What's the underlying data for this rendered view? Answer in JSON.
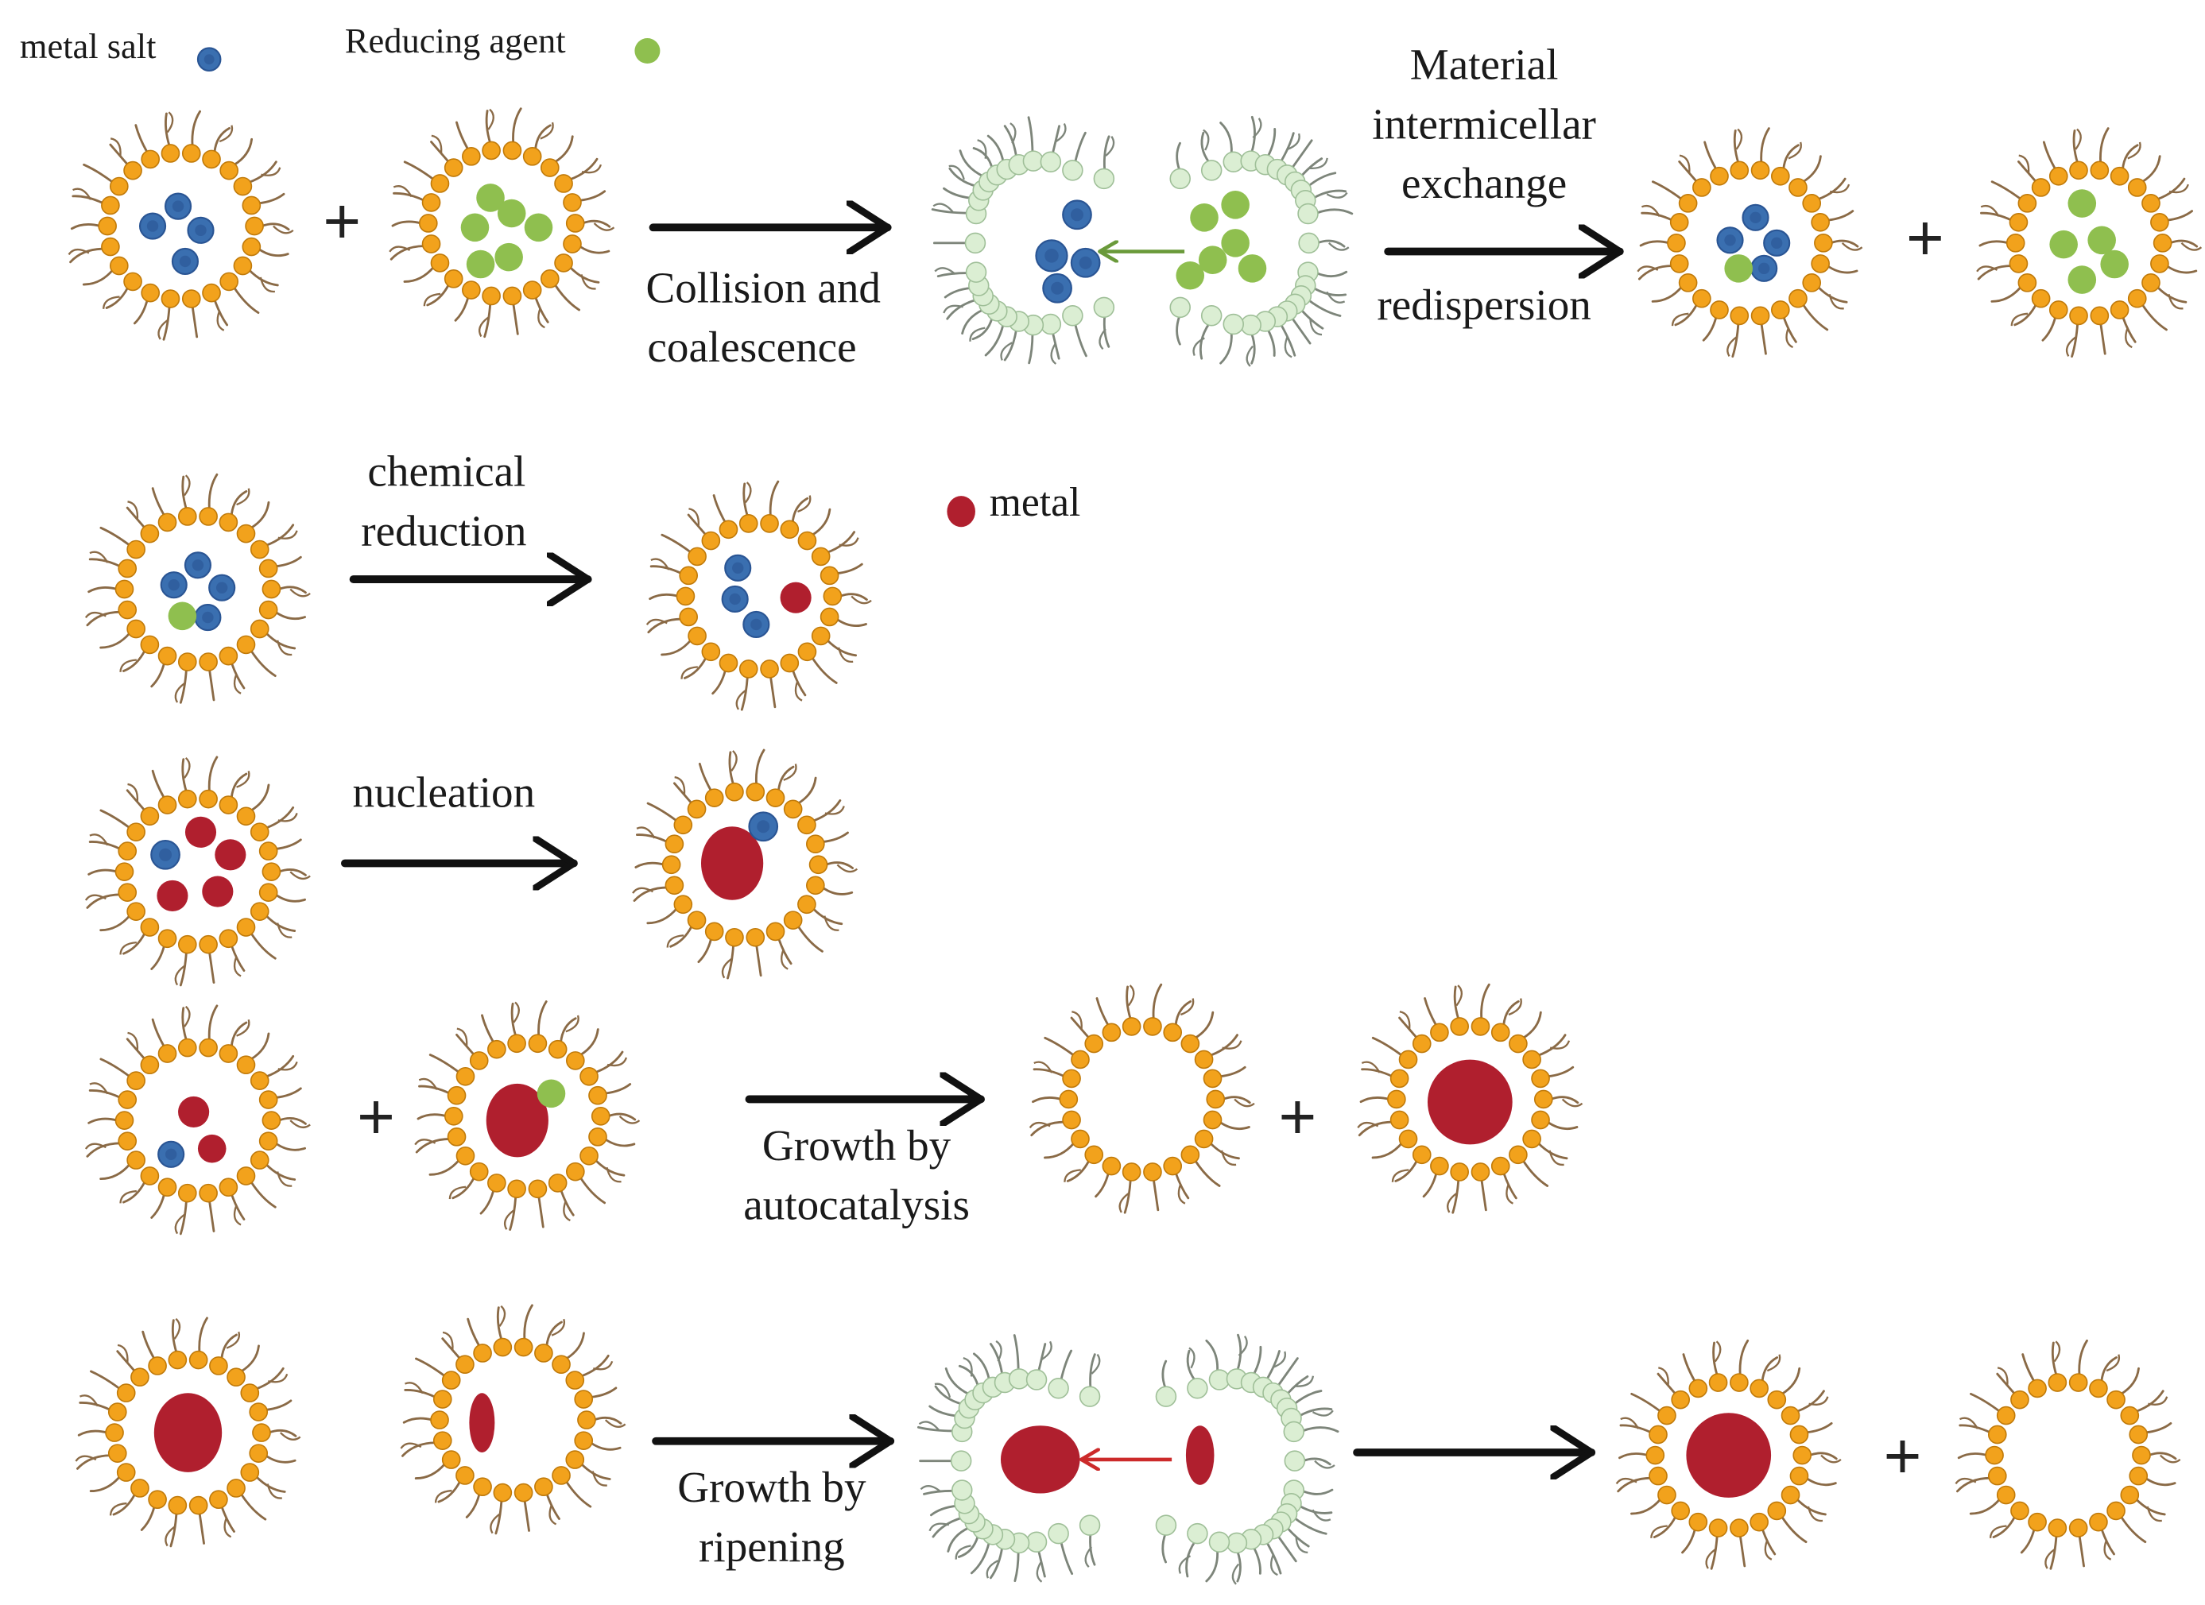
{
  "legend": {
    "metal_salt": "metal salt",
    "reducing_agent": "Reducing agent",
    "metal": "metal"
  },
  "steps": {
    "collision_line1": "Collision and",
    "collision_line2": "coalescence",
    "exchange_line1": "Material",
    "exchange_line2": "intermicellar",
    "exchange_line3": "exchange",
    "redispersion": "redispersion",
    "reduction_line1": "chemical",
    "reduction_line2": "reduction",
    "nucleation": "nucleation",
    "autocatalysis_line1": "Growth by",
    "autocatalysis_line2": "autocatalysis",
    "ripening_line1": "Growth by",
    "ripening_line2": "ripening"
  },
  "plus_sign": "+",
  "colors": {
    "metal_salt": "#3a6fb0",
    "metal_salt_core": "#2a5594",
    "reducing_agent": "#8fbf4f",
    "metal": "#b01f2e",
    "surfactant_head": "#f2a21c",
    "surfactant_head_merged": "#dbeed3",
    "surfactant_tail": "#8a6a46",
    "surfactant_tail_merged": "#7d857a",
    "arrow": "#111111",
    "transfer_arrow_green": "#6a9a3a",
    "transfer_arrow_red": "#cc2a2a"
  }
}
